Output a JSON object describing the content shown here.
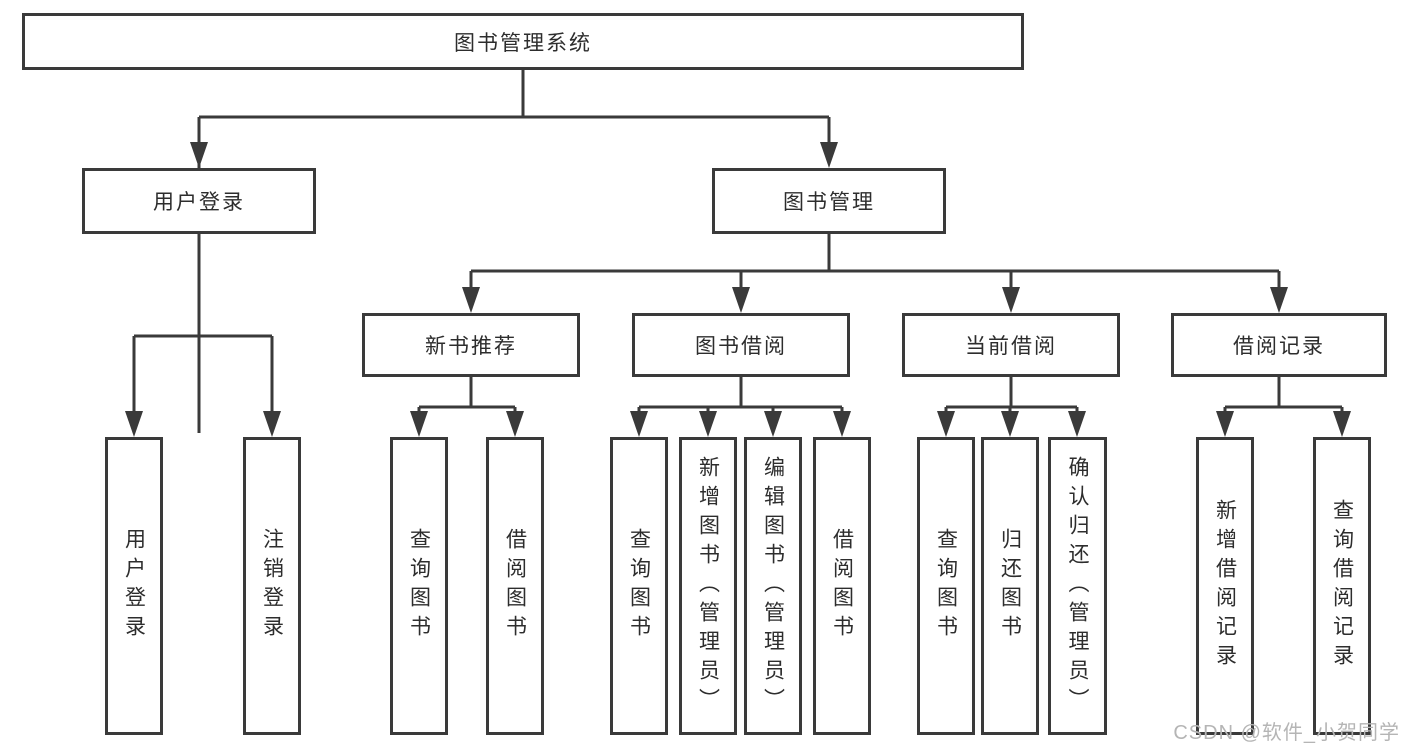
{
  "tree": {
    "label": "图书管理系统",
    "children": [
      {
        "label": "用户登录",
        "children": [
          {
            "label": "用户登录"
          },
          {
            "label": "注销登录"
          }
        ]
      },
      {
        "label": "图书管理",
        "children": [
          {
            "label": "新书推荐",
            "children": [
              {
                "label": "查询图书"
              },
              {
                "label": "借阅图书"
              }
            ]
          },
          {
            "label": "图书借阅",
            "children": [
              {
                "label": "查询图书"
              },
              {
                "label": "新增图书（管理员）"
              },
              {
                "label": "编辑图书（管理员）"
              },
              {
                "label": "借阅图书"
              }
            ]
          },
          {
            "label": "当前借阅",
            "children": [
              {
                "label": "查询图书"
              },
              {
                "label": "归还图书"
              },
              {
                "label": "确认归还（管理员）"
              }
            ]
          },
          {
            "label": "借阅记录",
            "children": [
              {
                "label": "新增借阅记录"
              },
              {
                "label": "查询借阅记录"
              }
            ]
          }
        ]
      }
    ]
  },
  "watermark": "CSDN @软件_小贺同学",
  "colors": {
    "line": "#3a3a3a",
    "text": "#2d2d2d",
    "watermark": "#b5b5b5",
    "background": "#ffffff"
  }
}
